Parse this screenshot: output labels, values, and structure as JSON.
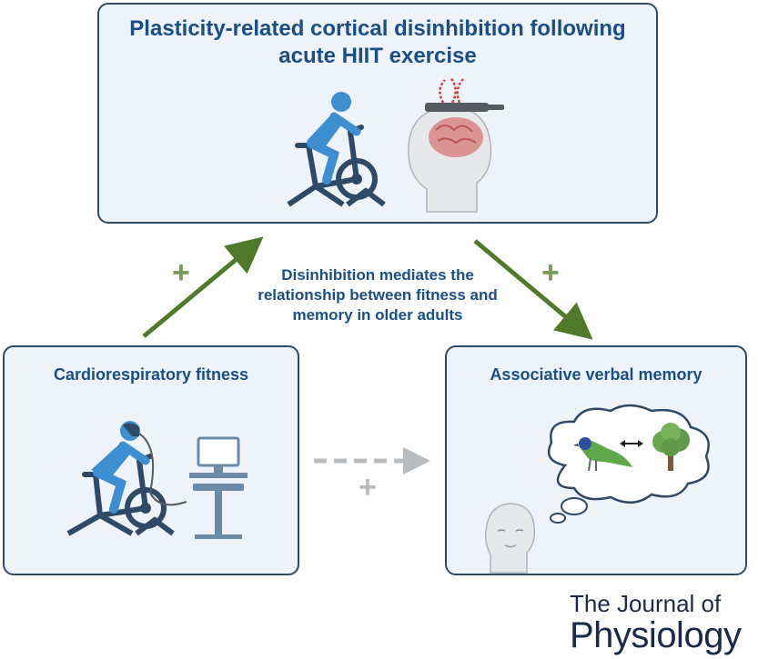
{
  "top_box": {
    "title": "Plasticity-related cortical disinhibition following acute HIIT exercise"
  },
  "left_box": {
    "title": "Cardiorespiratory fitness"
  },
  "right_box": {
    "title": "Associative verbal memory"
  },
  "center_text": "Disinhibition mediates the relationship between fitness and memory in older adults",
  "plus_symbols": {
    "left": "+",
    "right": "+",
    "bottom": "+"
  },
  "journal": {
    "line1": "The Journal of",
    "line2": "Physiology"
  },
  "colors": {
    "box_border": "#2e4a66",
    "box_fill": "#eef3f9",
    "title_text": "#1a4f86",
    "arrow_green": "#4f7a2a",
    "arrow_gray": "#b8bcbf",
    "person_blue": "#3d8fd1",
    "bike_dark": "#2e4a66"
  },
  "icons": [
    "exercise-bike-icon",
    "brain-tms-icon",
    "fitness-test-bike-icon",
    "monitor-cart-icon",
    "thought-cloud-icon",
    "bird-icon",
    "tree-icon",
    "head-icon"
  ]
}
